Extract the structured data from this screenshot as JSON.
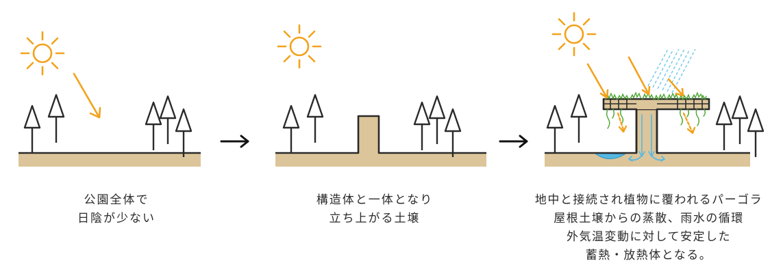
{
  "panels": [
    {
      "id": "shade-none",
      "caption_lines": [
        "公園全体で",
        "日陰が少ない"
      ]
    },
    {
      "id": "integrated-soil",
      "caption_lines": [
        "構造体と一体となり",
        "立ち上がる土壌"
      ]
    },
    {
      "id": "green-pergola",
      "caption_lines": [
        "地中と接続され植物に覆われるパーゴラ",
        "屋根土壌からの蒸散、雨水の循環",
        "外気温変動に対して安定した",
        "蓄熱・放熱体となる。"
      ]
    }
  ],
  "colors": {
    "ground": "#dcc59a",
    "outline": "#2a2a2a",
    "sun": "#f3a21c",
    "rain": "#66c4e8",
    "water": "#56b8e2",
    "plants": "#49a52f"
  },
  "icons": [
    "sun-icon",
    "tree-icon",
    "arrow-right-icon",
    "rain-icon",
    "pergola-icon"
  ]
}
